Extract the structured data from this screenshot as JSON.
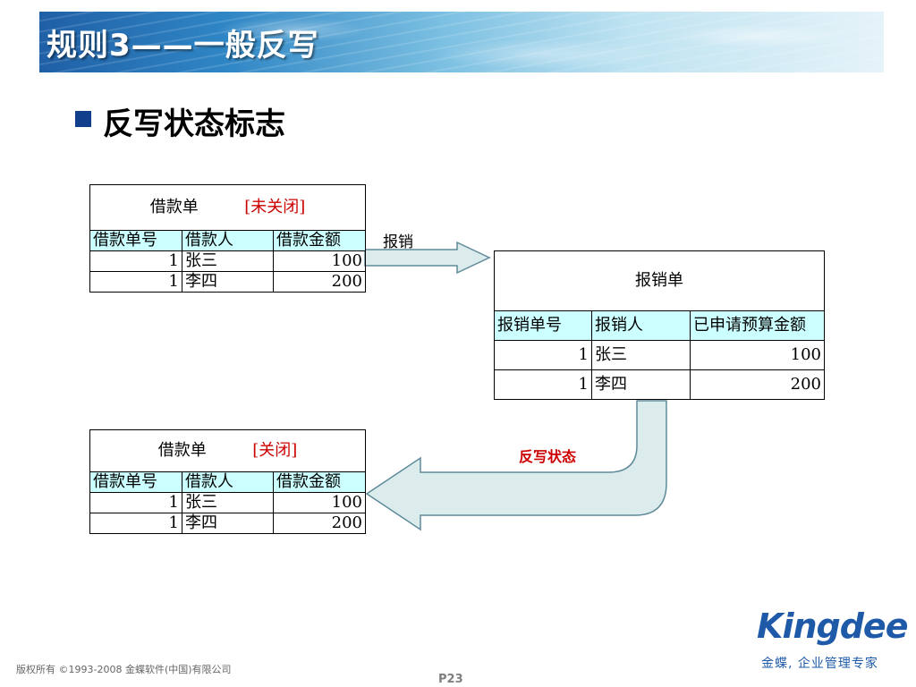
{
  "slide": {
    "title": "规则3——一般反写",
    "bullet": "反写状态标志",
    "footer_copyright": "版权所有 ©1993-2008 金蝶软件(中国)有限公司",
    "page_number": "P23",
    "logo_text": "Kingdee",
    "logo_slogan": "金蝶, 企业管理专家"
  },
  "loan_table_open": {
    "title": "借款单",
    "status": "[未关闭]",
    "headers": [
      "借款单号",
      "借款人",
      "借款金额"
    ],
    "rows": [
      [
        "1",
        "张三",
        "100"
      ],
      [
        "1",
        "李四",
        "200"
      ]
    ]
  },
  "expense_table": {
    "title": "报销单",
    "headers": [
      "报销单号",
      "报销人",
      "已申请预算金额"
    ],
    "rows": [
      [
        "1",
        "张三",
        "100"
      ],
      [
        "1",
        "李四",
        "200"
      ]
    ]
  },
  "loan_table_closed": {
    "title": "借款单",
    "status": "[关闭]",
    "headers": [
      "借款单号",
      "借款人",
      "借款金额"
    ],
    "rows": [
      [
        "1",
        "张三",
        "100"
      ],
      [
        "1",
        "李四",
        "200"
      ]
    ]
  },
  "arrows": {
    "reimburse_label": "报销",
    "writeback_label": "反写状态"
  },
  "colors": {
    "header_fill": "#ccffff",
    "status_red": "#cc0000",
    "arrow_fill": "#dcecec",
    "bullet_blue": "#123f8c",
    "brand_blue": "#1e5aa8"
  }
}
